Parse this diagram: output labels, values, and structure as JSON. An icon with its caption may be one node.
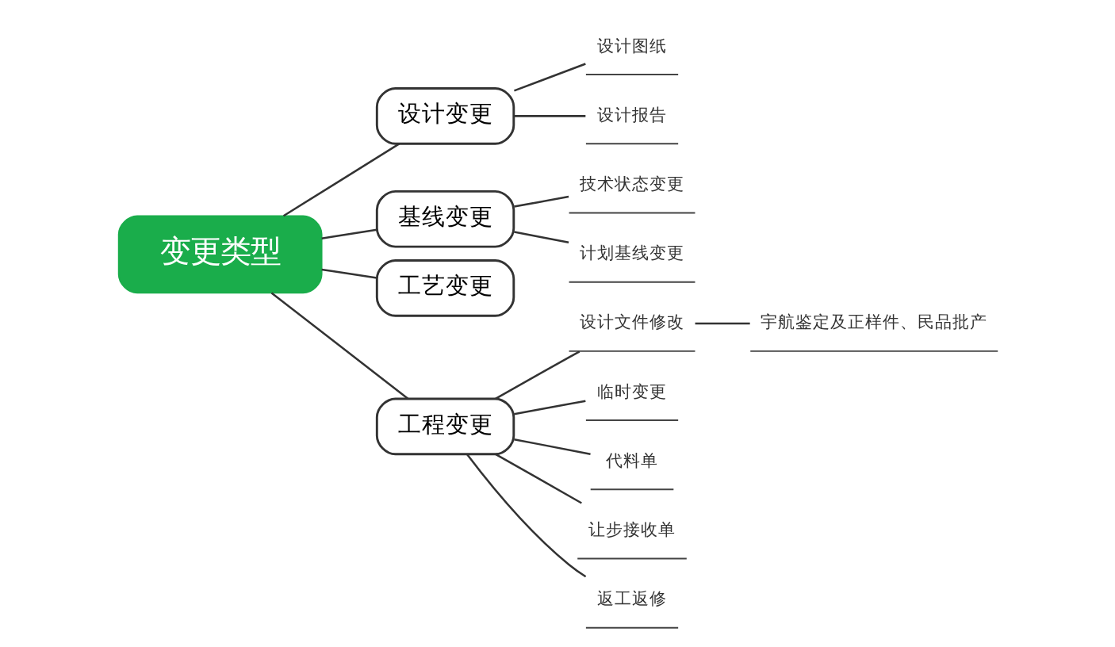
{
  "diagram": {
    "nodes": [
      {
        "text": [
          "变更类型"
        ]
      },
      {
        "text": [
          "设计变更"
        ]
      },
      {
        "text": [
          "基线变更"
        ]
      },
      {
        "text": [
          "工艺变更"
        ]
      },
      {
        "text": [
          "工程变更"
        ]
      },
      {
        "text": [
          "设计图纸"
        ]
      },
      {
        "text": [
          "设计报告"
        ]
      },
      {
        "text": [
          "技术状态变更"
        ]
      },
      {
        "text": [
          "计划基线变更"
        ]
      },
      {
        "text": [
          "设计文件修改"
        ]
      },
      {
        "text": [
          "宇航鉴定及正样件、民品批产"
        ]
      },
      {
        "text": [
          "临时变更"
        ]
      },
      {
        "text": [
          "代料单"
        ]
      },
      {
        "text": [
          "让步接收单"
        ]
      },
      {
        "text": [
          "返工返修"
        ]
      }
    ],
    "edges": [
      {
        "from": 0,
        "to": 1,
        "arrow": "none"
      },
      {
        "from": 0,
        "to": 2,
        "arrow": "none"
      },
      {
        "from": 0,
        "to": 3,
        "arrow": "none"
      },
      {
        "from": 0,
        "to": 4,
        "arrow": "none"
      },
      {
        "from": 1,
        "to": 5,
        "arrow": "none"
      },
      {
        "from": 1,
        "to": 6,
        "arrow": "none"
      },
      {
        "from": 2,
        "to": 7,
        "arrow": "none"
      },
      {
        "from": 2,
        "to": 8,
        "arrow": "none"
      },
      {
        "from": 4,
        "to": 9,
        "arrow": "none"
      },
      {
        "from": 9,
        "to": 10,
        "arrow": "none"
      },
      {
        "from": 4,
        "to": 11,
        "arrow": "none"
      },
      {
        "from": 4,
        "to": 12,
        "arrow": "none"
      },
      {
        "from": 4,
        "to": 13,
        "arrow": "none"
      },
      {
        "from": 4,
        "to": 14,
        "arrow": "none"
      }
    ]
  }
}
